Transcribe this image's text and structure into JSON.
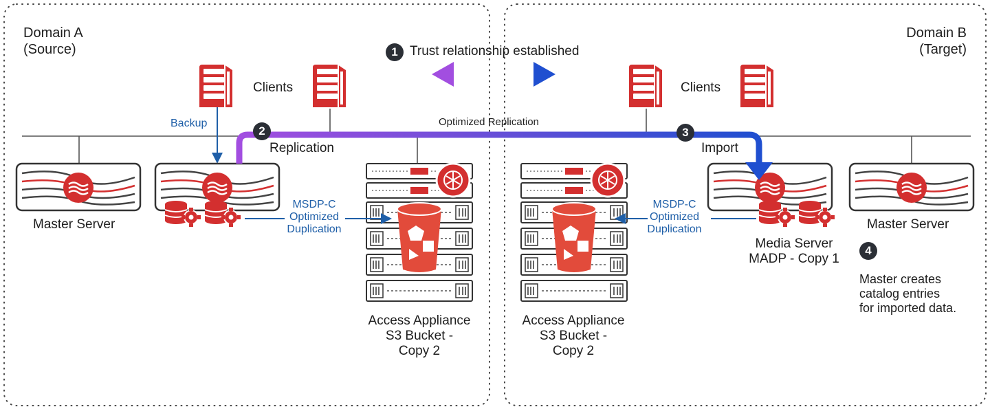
{
  "domains": {
    "a": {
      "name": "Domain A",
      "role": "(Source)"
    },
    "b": {
      "name": "Domain B",
      "role": "(Target)"
    }
  },
  "steps": {
    "one": {
      "num": "1",
      "text": "Trust relationship established"
    },
    "two": {
      "num": "2",
      "text": "Replication"
    },
    "three": {
      "num": "3",
      "text": "Import"
    },
    "four": {
      "num": "4",
      "lines": [
        "Master creates",
        "catalog entries",
        "for imported data."
      ]
    }
  },
  "labels": {
    "clients_a": "Clients",
    "clients_b": "Clients",
    "backup": "Backup",
    "optimized_replication": "Optimized Replication",
    "master_a": "Master Server",
    "master_b": "Master Server",
    "media_server_b": [
      "Media Server",
      "MADP - Copy 1"
    ],
    "msdp_a": [
      "MSDP-C",
      "Optimized",
      "Duplication"
    ],
    "msdp_b": [
      "MSDP-C",
      "Optimized",
      "Duplication"
    ],
    "appliance_a": [
      "Access Appliance",
      "S3 Bucket -",
      "Copy 2"
    ],
    "appliance_b": [
      "Access Appliance",
      "S3 Bucket -",
      "Copy 2"
    ]
  },
  "colors": {
    "red": "#d32f2f",
    "blue": "#1f5fa8",
    "purple": "#9b4de0",
    "arrow_blue": "#1f4fd0",
    "line": "#555555",
    "dark": "#2b2f36"
  },
  "icons": [
    "client-server-icon",
    "server-icon",
    "storage-gear-icon",
    "bucket-icon",
    "appliance-icon",
    "cloud-brain-icon"
  ]
}
